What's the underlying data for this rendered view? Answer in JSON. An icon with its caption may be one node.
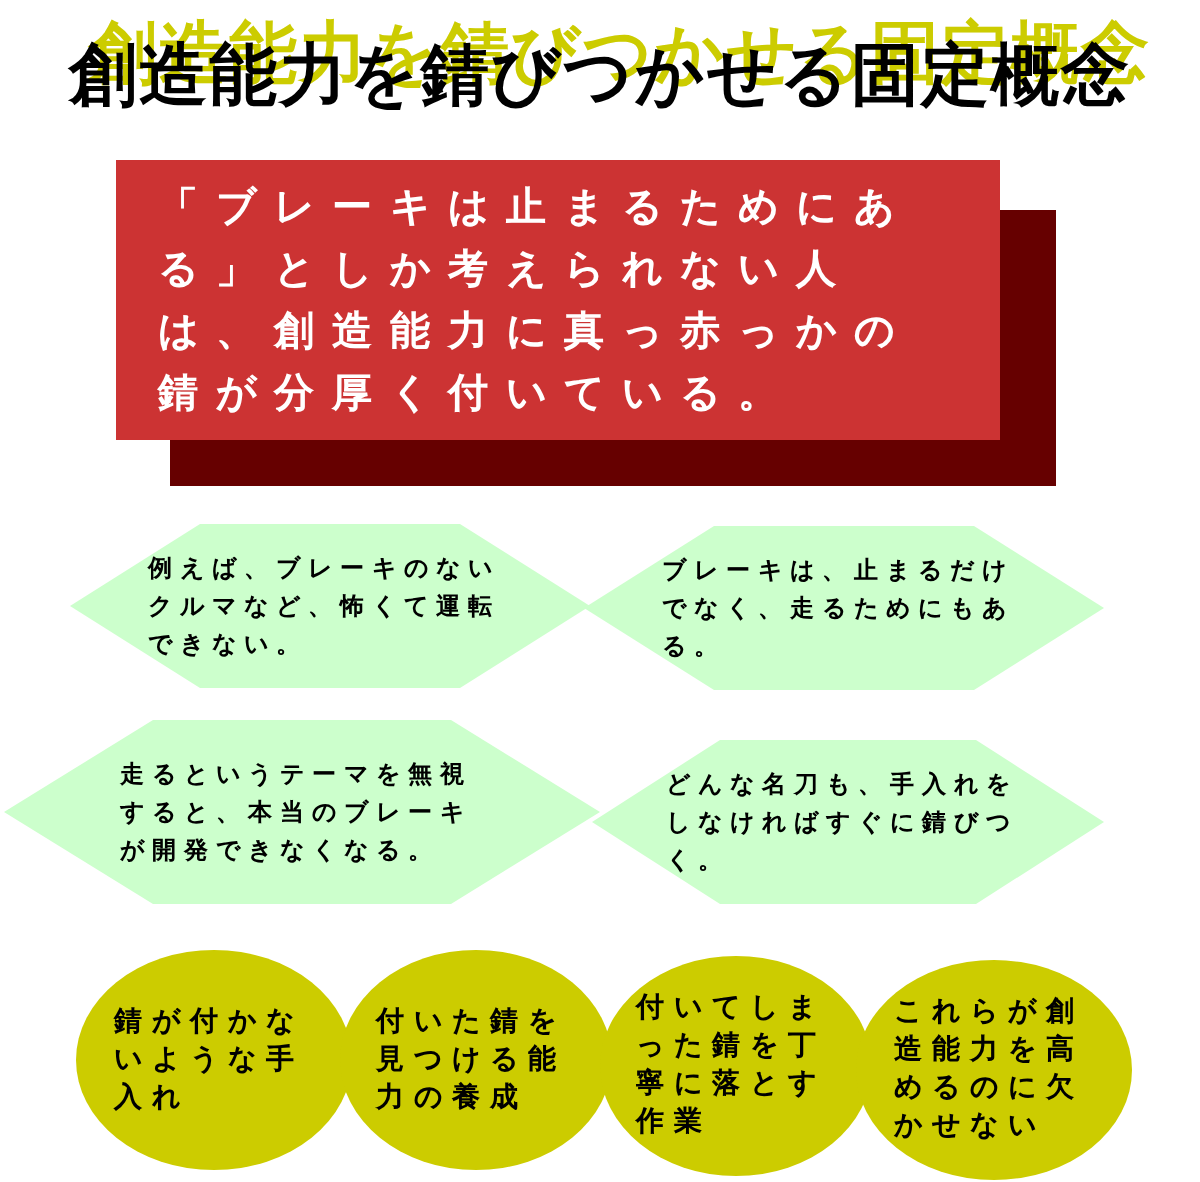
{
  "diagram": {
    "title": "創造能力を錆びつかせる固定概念",
    "nodes": [
      {
        "text": [
          "「ブレーキは止まるためにある」としか考えられない人は、創造能力に真っ赤っかの錆が分厚く付いている。"
        ]
      },
      {
        "text": [
          "例えば、ブレーキのないクルマなど、怖くて運転できない。"
        ]
      },
      {
        "text": [
          "ブレーキは、止まるだけでなく、走るためにもある。"
        ]
      },
      {
        "text": [
          "走るというテーマを無視すると、本当のブレーキが開発できなくなる。"
        ]
      },
      {
        "text": [
          "どんな名刀も、手入れをしなければすぐに錆びつく。"
        ]
      },
      {
        "text": [
          "錆が付かないような手入れ"
        ]
      },
      {
        "text": [
          "付いた錆を見つける能力の養成"
        ]
      },
      {
        "text": [
          "付いてしまった錆を丁寧に落とす作業"
        ]
      },
      {
        "text": [
          "これらが創造能力を高めるのに欠かせない"
        ]
      }
    ]
  }
}
